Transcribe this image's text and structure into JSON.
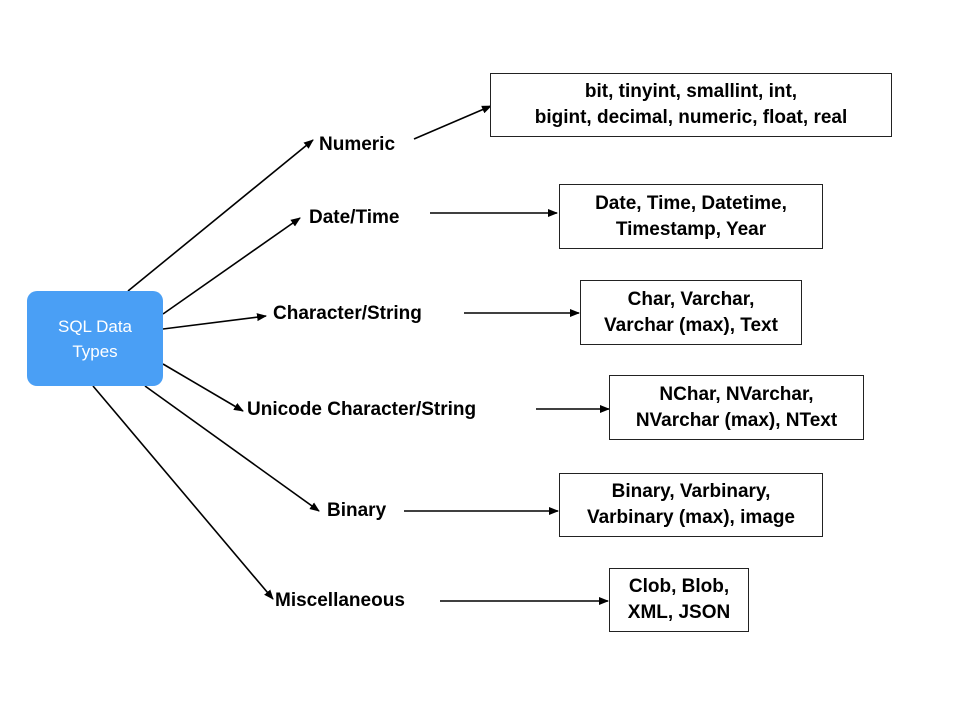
{
  "diagram": {
    "root": {
      "line1": "SQL Data",
      "line2": "Types",
      "color": "#4a9ff5"
    },
    "categories": [
      {
        "label": "Numeric",
        "types": [
          "bit, tinyint, smallint, int,",
          "bigint, decimal, numeric, float, real"
        ]
      },
      {
        "label": "Date/Time",
        "types": [
          "Date, Time, Datetime,",
          "Timestamp, Year"
        ]
      },
      {
        "label": "Character/String",
        "types": [
          "Char, Varchar,",
          "Varchar (max), Text"
        ]
      },
      {
        "label": "Unicode Character/String",
        "types": [
          "NChar, NVarchar,",
          "NVarchar (max), NText"
        ]
      },
      {
        "label": "Binary",
        "types": [
          "Binary, Varbinary,",
          "Varbinary (max), image"
        ]
      },
      {
        "label": "Miscellaneous",
        "types": [
          "Clob, Blob,",
          "XML, JSON"
        ]
      }
    ]
  }
}
